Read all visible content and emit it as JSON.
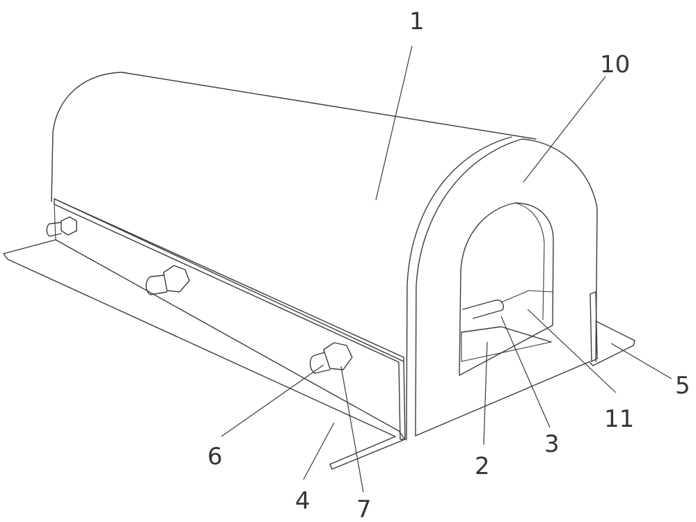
{
  "labels": {
    "l1": "1",
    "l10": "10",
    "l5": "5",
    "l11": "11",
    "l3": "3",
    "l2": "2",
    "l6": "6",
    "l4": "4",
    "l7": "7"
  }
}
